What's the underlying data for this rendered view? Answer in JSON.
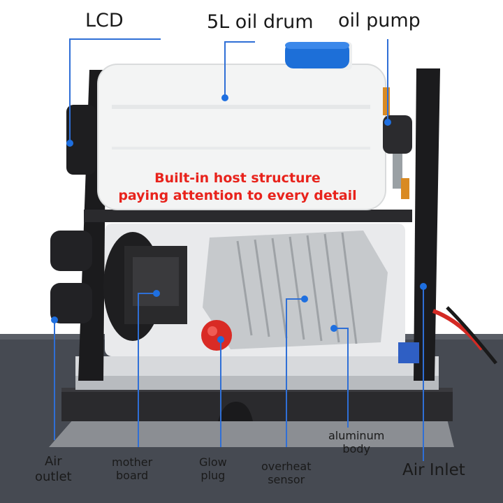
{
  "labels": {
    "lcd": "LCD",
    "oil_drum": "5L oil drum",
    "oil_pump": "oil pump",
    "air_outlet_1": "Air",
    "air_outlet_2": "outlet",
    "mother_board_1": "mother",
    "mother_board_2": "board",
    "glow_plug_1": "Glow",
    "glow_plug_2": "plug",
    "overheat_sensor_1": "overheat",
    "overheat_sensor_2": "sensor",
    "aluminum_body_1": "aluminum",
    "aluminum_body_2": "body",
    "air_inlet": "Air Inlet"
  },
  "banner": {
    "line1": "Built-in host structure",
    "line2": "paying attention to every detail"
  },
  "colors": {
    "banner_text": "#e8231c",
    "marker_dot": "#1e6fe0",
    "leader_line": "#2f6fd6",
    "floor": "#464a52",
    "tank": "#f3f4f4",
    "tank_cap": "#1d6fd8",
    "frame": "#1b1b1d",
    "heater_body": "#c6c9cc",
    "glow_plug_cap": "#d92b25",
    "motherboard": "#2a2a2c"
  }
}
